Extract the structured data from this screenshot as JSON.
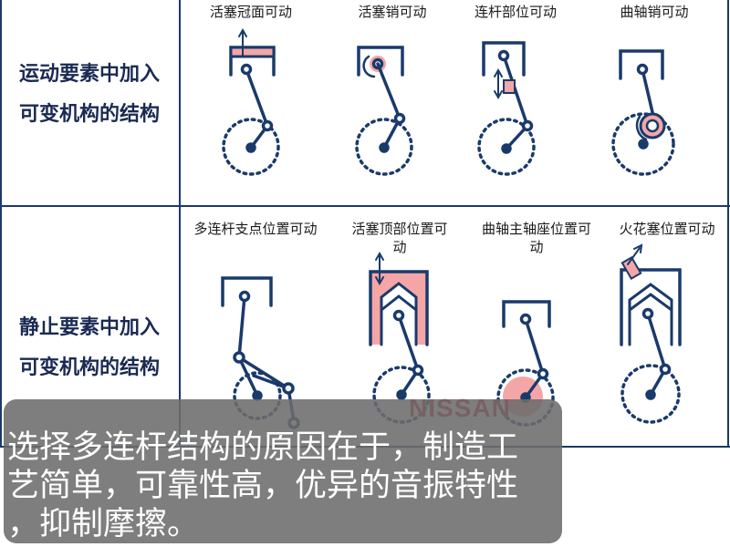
{
  "rows": [
    {
      "label_line1": "运动要素中加入",
      "label_line2": "可变机构的结构",
      "captions": [
        "活塞冠面可动",
        "活塞销可动",
        "连杆部位可动",
        "曲轴销可动"
      ]
    },
    {
      "label_line1": "静止要素中加入",
      "label_line2": "可变机构的结构",
      "captions": [
        "多连杆支点位置可动",
        "活塞顶部位置可",
        "动",
        "曲轴主轴座位置可",
        "动",
        "火花塞位置可动"
      ]
    }
  ],
  "logo": "NISSAN",
  "subtitle": {
    "line1": "选择多连杆结构的原因在于，制造工",
    "line2": "艺简单，可靠性高，优异的音振特性",
    "line3": "，抑制摩擦。"
  },
  "colors": {
    "navy": "#1a3a6b",
    "pink": "#f4a6a6",
    "nissan_red": "#c8102e",
    "overlay": "#6c6c6c"
  }
}
